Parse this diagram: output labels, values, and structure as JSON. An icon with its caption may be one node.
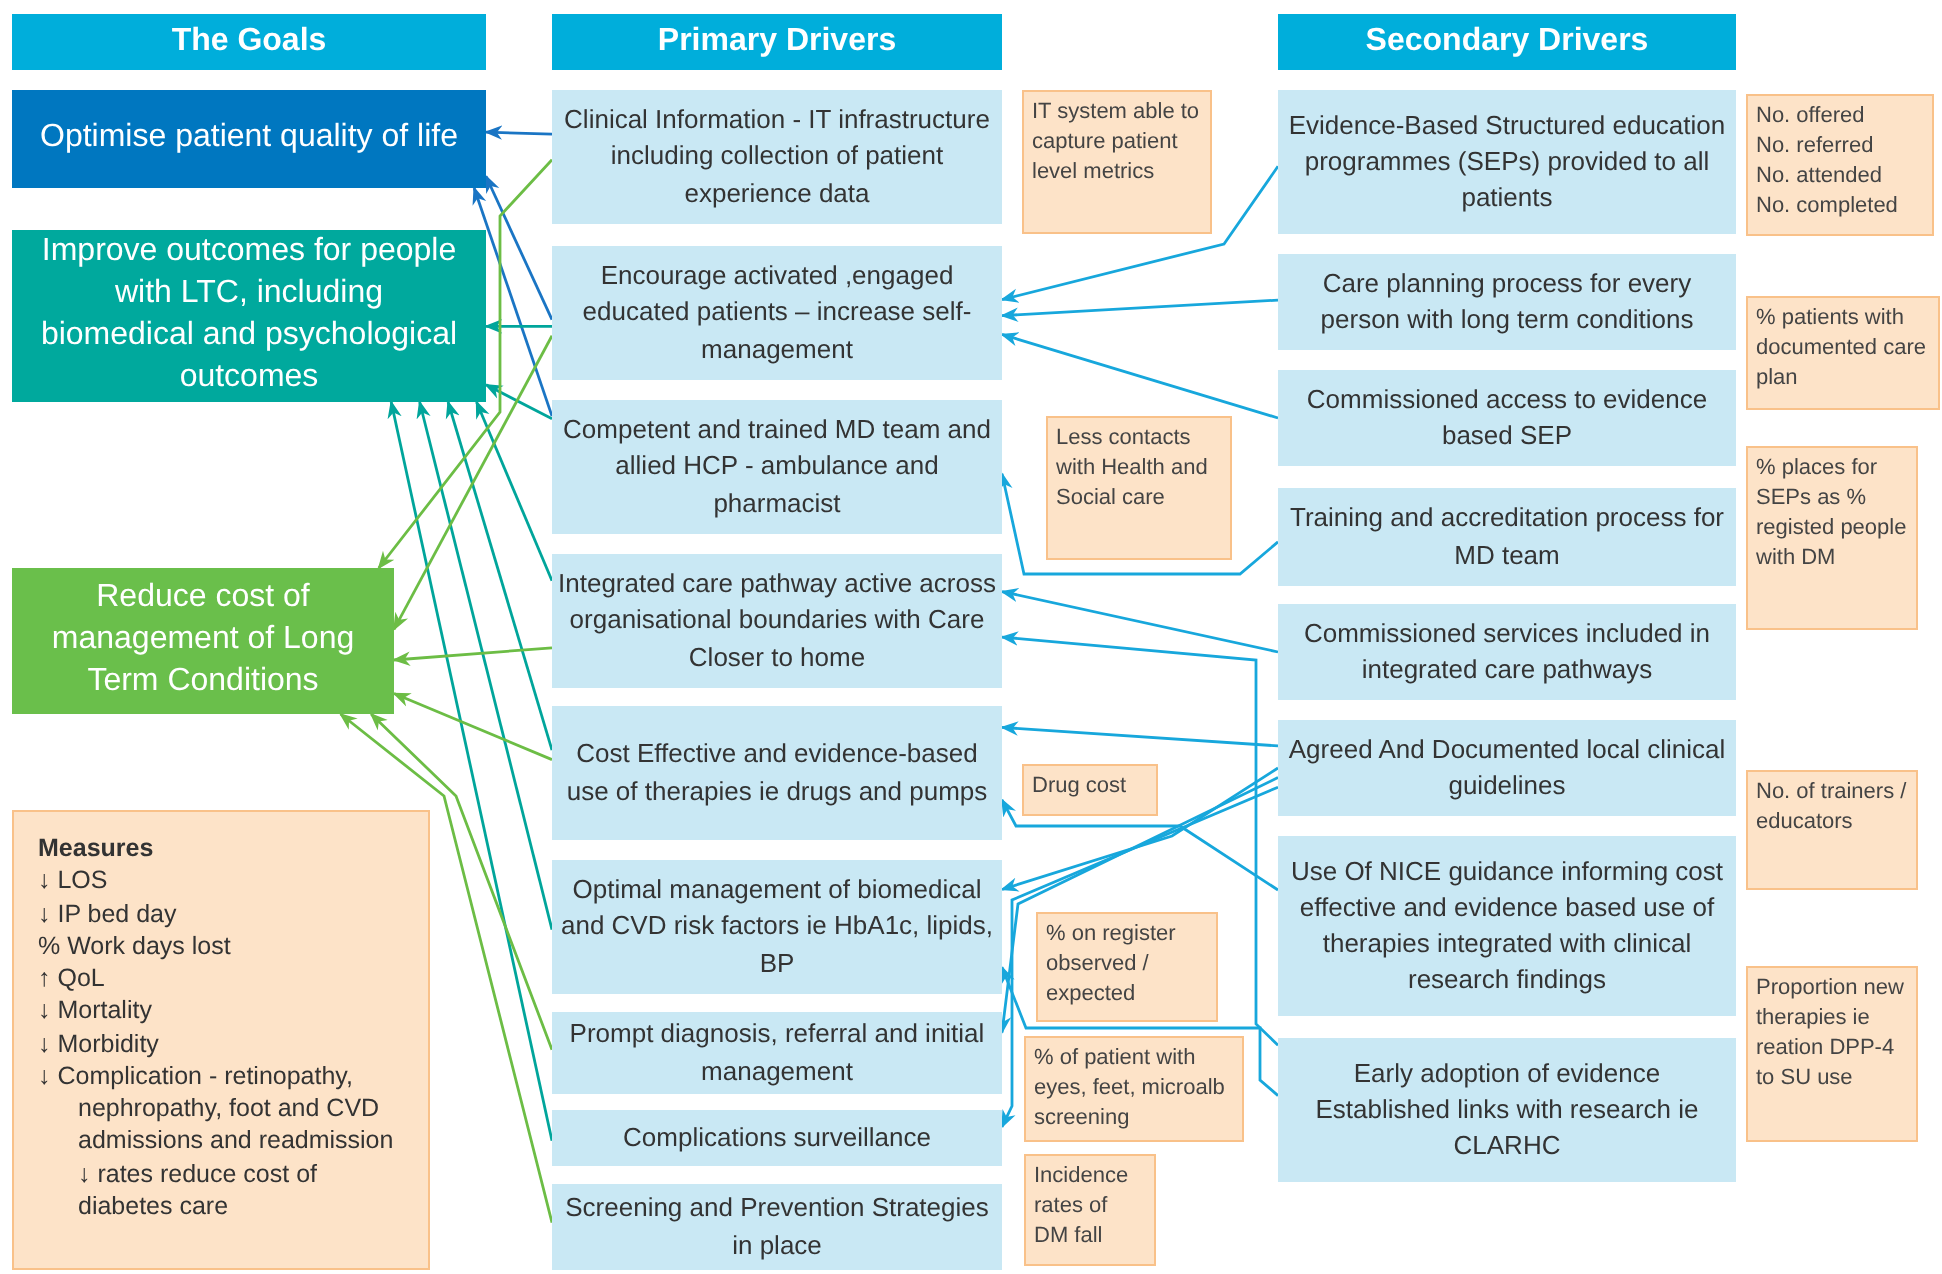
{
  "diagram": {
    "nodes": [
      {
        "text": [
          "The Goals"
        ]
      },
      {
        "text": [
          "Primary Drivers"
        ]
      },
      {
        "text": [
          "Secondary Drivers"
        ]
      },
      {
        "text": [
          "Optimise patient quality of life"
        ]
      },
      {
        "text": [
          "Improve outcomes for people with LTC, including biomedical and psychological outcomes"
        ]
      },
      {
        "text": [
          "Reduce cost of management of Long Term Conditions"
        ]
      },
      {
        "text": [
          "Clinical Information - IT infrastructure including collection of patient experience data"
        ]
      },
      {
        "text": [
          "Encourage activated ,engaged educated patients – increase self-management"
        ]
      },
      {
        "text": [
          "Competent and trained MD team and allied HCP - ambulance and pharmacist"
        ]
      },
      {
        "text": [
          "Integrated care pathway active across organisational boundaries with Care Closer to home"
        ]
      },
      {
        "text": [
          "Cost Effective and evidence-based use of therapies ie drugs and pumps"
        ]
      },
      {
        "text": [
          "Optimal management of biomedical and CVD risk factors ie HbA1c, lipids, BP"
        ]
      },
      {
        "text": [
          "Prompt diagnosis, referral and initial management"
        ]
      },
      {
        "text": [
          "Complications surveillance"
        ]
      },
      {
        "text": [
          "Screening and Prevention Strategies in place"
        ]
      },
      {
        "text": [
          "Evidence-Based Structured education programmes (SEPs) provided to all patients"
        ]
      },
      {
        "text": [
          "Care planning process for every person with long term conditions"
        ]
      },
      {
        "text": [
          "Commissioned access to evidence based SEP"
        ]
      },
      {
        "text": [
          "Training and accreditation process for MD team"
        ]
      },
      {
        "text": [
          "Commissioned services included in integrated care pathways"
        ]
      },
      {
        "text": [
          "Agreed And Documented local clinical guidelines"
        ]
      },
      {
        "text": [
          "Use Of NICE guidance informing cost effective and evidence based use of therapies integrated with clinical research findings"
        ]
      },
      {
        "text": [
          "Early adoption of evidence Established links with research ie CLARHC"
        ]
      },
      {
        "text": [
          "IT system able to capture patient level metrics"
        ]
      },
      {
        "text": [
          "Less contacts with Health and Social care"
        ]
      },
      {
        "text": [
          "Drug cost"
        ]
      },
      {
        "text": [
          "% on register observed / expected"
        ]
      },
      {
        "text": [
          "% of patient with eyes, feet, microalb screening"
        ]
      },
      {
        "text": [
          "Incidence rates of DM fall"
        ]
      },
      {
        "text": [
          "No. offered",
          "No. referred",
          "No. attended",
          "No. completed"
        ]
      },
      {
        "text": [
          "% patients with documented care plan"
        ]
      },
      {
        "text": [
          "% places for SEPs as % registed people with DM"
        ]
      },
      {
        "text": [
          "No. of trainers / educators"
        ]
      },
      {
        "text": [
          "Proportion new therapies ie reation DPP-4 to SU use"
        ]
      },
      {
        "text": [
          "Measures",
          "↓ LOS",
          "↓ IP bed day",
          "% Work days lost",
          "↑ QoL",
          "↓ Mortality",
          "↓ Morbidity",
          "↓ Complication - retinopathy, nephropathy, foot and CVD admissions and readmission ↓ rates reduce cost of diabetes care"
        ]
      }
    ],
    "edges": [
      {
        "from": 6,
        "to": 3,
        "arrow": "to",
        "color": "#1a75c4"
      },
      {
        "from": 7,
        "to": 3,
        "arrow": "to",
        "color": "#1a75c4"
      },
      {
        "from": 8,
        "to": 3,
        "arrow": "to",
        "color": "#1a75c4"
      },
      {
        "from": 7,
        "to": 4,
        "arrow": "to",
        "color": "#00a59b"
      },
      {
        "from": 8,
        "to": 4,
        "arrow": "to",
        "color": "#00a59b"
      },
      {
        "from": 9,
        "to": 4,
        "arrow": "to",
        "color": "#00a59b"
      },
      {
        "from": 10,
        "to": 4,
        "arrow": "to",
        "color": "#00a59b"
      },
      {
        "from": 11,
        "to": 4,
        "arrow": "to",
        "color": "#00a59b"
      },
      {
        "from": 13,
        "to": 4,
        "arrow": "to",
        "color": "#00a59b"
      },
      {
        "from": 6,
        "to": 5,
        "arrow": "to",
        "color": "#6cbd45"
      },
      {
        "from": 7,
        "to": 5,
        "arrow": "to",
        "color": "#6cbd45"
      },
      {
        "from": 9,
        "to": 5,
        "arrow": "to",
        "color": "#6cbd45"
      },
      {
        "from": 10,
        "to": 5,
        "arrow": "to",
        "color": "#6cbd45"
      },
      {
        "from": 12,
        "to": 5,
        "arrow": "to",
        "color": "#6cbd45"
      },
      {
        "from": 14,
        "to": 5,
        "arrow": "to",
        "color": "#6cbd45"
      },
      {
        "from": 15,
        "to": 7,
        "arrow": "to"
      },
      {
        "from": 16,
        "to": 7,
        "arrow": "to"
      },
      {
        "from": 17,
        "to": 7,
        "arrow": "to"
      },
      {
        "from": 18,
        "to": 8,
        "arrow": "to"
      },
      {
        "from": 19,
        "to": 9,
        "arrow": "to"
      },
      {
        "from": 20,
        "to": 10,
        "arrow": "to"
      },
      {
        "from": 20,
        "to": 11,
        "arrow": "to"
      },
      {
        "from": 20,
        "to": 12,
        "arrow": "to"
      },
      {
        "from": 20,
        "to": 13,
        "arrow": "to"
      },
      {
        "from": 21,
        "to": 10,
        "arrow": "to"
      },
      {
        "from": 22,
        "to": 9,
        "arrow": "to"
      },
      {
        "from": 22,
        "to": 11,
        "arrow": "to"
      }
    ]
  }
}
